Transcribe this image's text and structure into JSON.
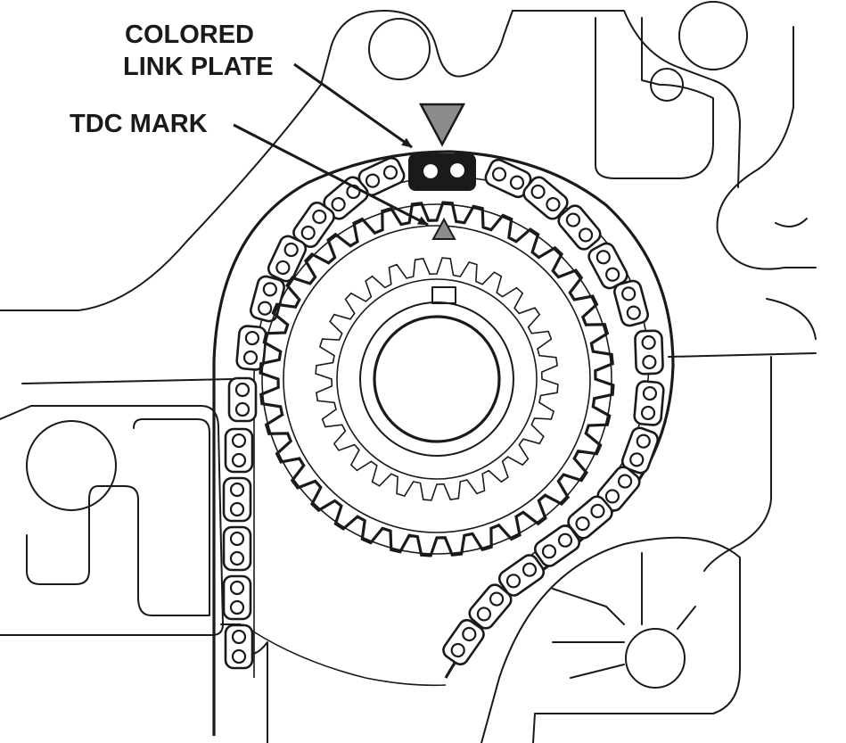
{
  "labels": {
    "colored_link_plate_line1": "COLORED",
    "colored_link_plate_line2": "LINK PLATE",
    "tdc_mark": "TDC MARK"
  },
  "colors": {
    "line": "#1a1a1a",
    "mark_fill": "#8c8c8c",
    "colored_plate": "#1a1a1a",
    "background": "#ffffff"
  },
  "sprocket": {
    "outer_teeth": 36,
    "inner_spline_teeth": 28
  }
}
